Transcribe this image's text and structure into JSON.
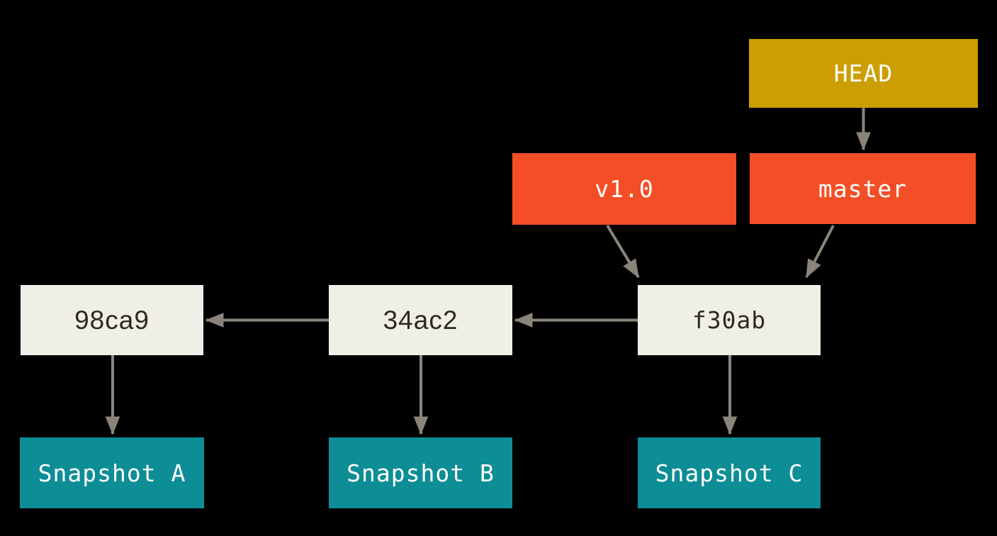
{
  "diagram": {
    "description": "Git branch and history diagram: HEAD points to master; master and tag v1.0 point to commit f30ab; commits chain back f30ab -> 34ac2 -> 98ca9; each commit points to its snapshot",
    "nodes": [
      {
        "id": "head",
        "label": "HEAD",
        "type": "pointer"
      },
      {
        "id": "v1-0",
        "label": "v1.0",
        "type": "tag"
      },
      {
        "id": "master",
        "label": "master",
        "type": "branch"
      },
      {
        "id": "c98ca9",
        "label": "98ca9",
        "type": "commit"
      },
      {
        "id": "c34ac2",
        "label": "34ac2",
        "type": "commit"
      },
      {
        "id": "cf30ab",
        "label": "f30ab",
        "type": "commit"
      },
      {
        "id": "snap-a",
        "label": "Snapshot A",
        "type": "snapshot"
      },
      {
        "id": "snap-b",
        "label": "Snapshot B",
        "type": "snapshot"
      },
      {
        "id": "snap-c",
        "label": "Snapshot C",
        "type": "snapshot"
      }
    ],
    "edges": [
      {
        "from": "head",
        "to": "master"
      },
      {
        "from": "v1-0",
        "to": "cf30ab"
      },
      {
        "from": "master",
        "to": "cf30ab"
      },
      {
        "from": "cf30ab",
        "to": "c34ac2"
      },
      {
        "from": "c34ac2",
        "to": "c98ca9"
      },
      {
        "from": "c98ca9",
        "to": "snap-a"
      },
      {
        "from": "c34ac2",
        "to": "snap-b"
      },
      {
        "from": "cf30ab",
        "to": "snap-c"
      }
    ],
    "colors": {
      "background": "#000000",
      "pointer": "#cc9e03",
      "tag": "#f44e27",
      "branch": "#f44e27",
      "commit": "#f0efe7",
      "snapshot": "#0d8d96",
      "arrow": "#8b847b",
      "text_light": "#ffffff",
      "text_dark": "#2d2a24"
    }
  }
}
